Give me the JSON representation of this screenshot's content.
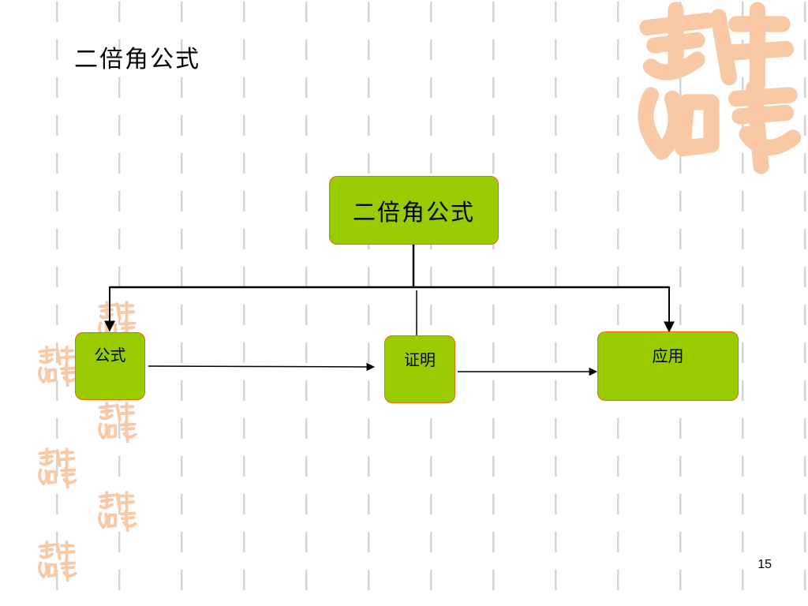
{
  "slide": {
    "title": "二倍角公式",
    "page_number": "15"
  },
  "diagram": {
    "root": {
      "label": "二倍角公式"
    },
    "nodes": [
      {
        "id": "formula",
        "label": "公式"
      },
      {
        "id": "proof",
        "label": "证明"
      },
      {
        "id": "application",
        "label": "应用"
      }
    ],
    "connections": [
      {
        "from": "root",
        "to": "formula",
        "style": "tree-branch"
      },
      {
        "from": "root",
        "to": "proof",
        "style": "tree-branch"
      },
      {
        "from": "root",
        "to": "application",
        "style": "tree-branch"
      },
      {
        "from": "formula",
        "to": "proof",
        "style": "arrow"
      },
      {
        "from": "proof",
        "to": "application",
        "style": "arrow"
      }
    ],
    "colors": {
      "box_fill": "#99cc00",
      "box_border": "#e46c0a",
      "connector": "#000000",
      "background_dash": "#d4d4d4",
      "decoration": "#f9c9a5"
    }
  },
  "decorations": {
    "seal_icon": "auspicious-seal-icon"
  }
}
